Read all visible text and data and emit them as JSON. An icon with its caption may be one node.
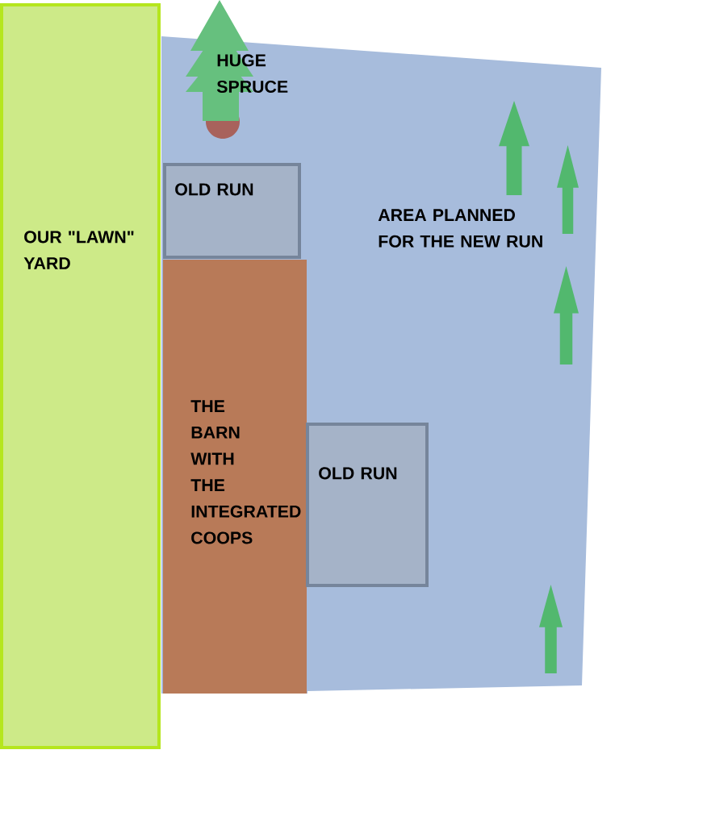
{
  "diagram": {
    "nodes": [
      {
        "text": [
          "OUR \"LAWN\" YARD"
        ]
      },
      {
        "text": [
          "HUGE SPRUCE"
        ],
        "in": 2
      },
      {
        "text": [
          "AREA PLANNED FOR THE NEW RUN"
        ]
      },
      {
        "text": [
          "OLD RUN"
        ],
        "in": 2
      },
      {
        "text": [],
        "shape": "tree",
        "in": 2
      },
      {
        "text": [],
        "shape": "tree",
        "in": 2
      },
      {
        "text": [],
        "shape": "tree",
        "in": 2
      },
      {
        "text": [
          "THE BARN WITH THE INTEGRATED COOPS"
        ],
        "in": 2
      },
      {
        "text": [
          "OLD RUN"
        ],
        "in": 2
      },
      {
        "text": [],
        "shape": "tree",
        "in": 2
      }
    ]
  }
}
